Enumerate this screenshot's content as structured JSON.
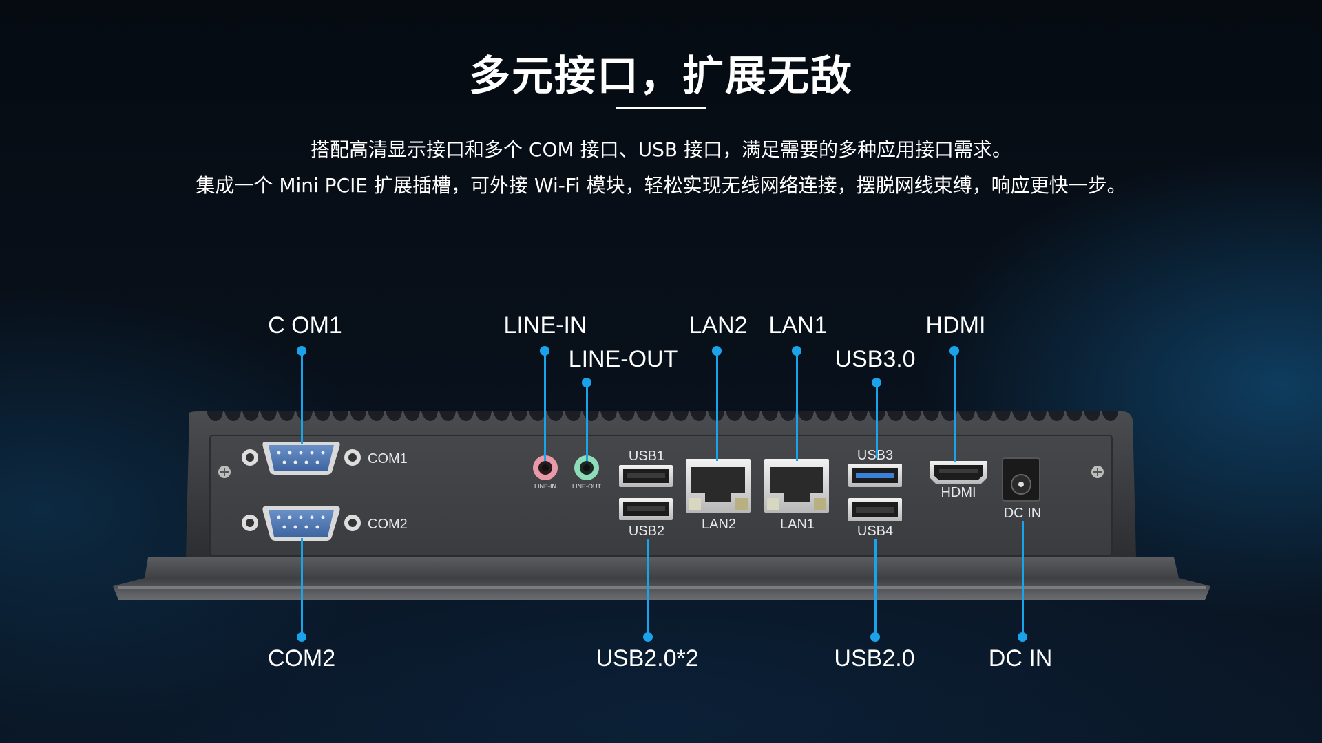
{
  "header": {
    "title": "多元接口，扩展无敌",
    "line1": "搭配高清显示接口和多个 COM 接口、USB 接口，满足需要的多种应用接口需求。",
    "line2": "集成一个 Mini PCIE 扩展插槽，可外接 Wi-Fi 模块，轻松实现无线网络连接，摆脱网线束缚，响应更快一步。"
  },
  "callouts": {
    "com1": "C OM1",
    "line_in": "LINE-IN",
    "line_out": "LINE-OUT",
    "lan2": "LAN2",
    "lan1": "LAN1",
    "usb30": "USB3.0",
    "hdmi": "HDMI",
    "com2": "COM2",
    "usb20x2": "USB2.0*2",
    "usb20": "USB2.0",
    "dc_in": "DC IN"
  },
  "panel_labels": {
    "com1": "COM1",
    "com2": "COM2",
    "line_in": "LINE-IN",
    "line_out": "LINE-OUT",
    "usb1": "USB1",
    "usb2": "USB2",
    "lan2": "LAN2",
    "lan1": "LAN1",
    "usb3": "USB3",
    "usb4": "USB4",
    "hdmi": "HDMI",
    "dc_in": "DC IN"
  },
  "colors": {
    "accent": "#1aa3ea",
    "line_in_jack": "#e89aa8",
    "line_out_jack": "#8fdcb8",
    "usb3_blue": "#3a7fd8",
    "db9_blue": "#4a74b0"
  }
}
